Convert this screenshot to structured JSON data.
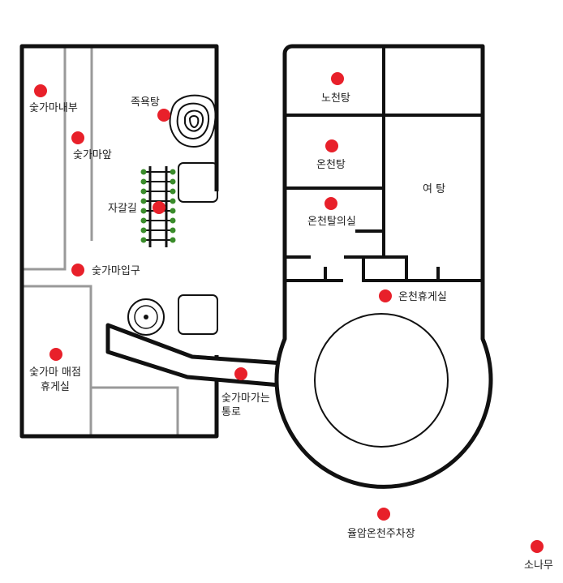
{
  "map": {
    "colors": {
      "wall": "#111111",
      "inner": "#999999",
      "marker": "#e8202a",
      "text": "#222222",
      "bg": "#ffffff"
    },
    "labels": {
      "sutgama_nae": "숯가마내부",
      "sutgama_ap": "숯가마앞",
      "jogyoktang": "족욕탕",
      "jagalgil": "자갈길",
      "sutgama_ipgu": "숯가마입구",
      "maejeom_line1": "숯가마 매점",
      "maejeom_line2": "휴게실",
      "tonglo_line1": "숯가마가는",
      "tonglo_line2": "통로",
      "nocheontang": "노천탕",
      "oncheontang": "온천탕",
      "yeotang": "여 탕",
      "taluisil": "온천탈의실",
      "hyugesil": "온천휴게실",
      "parking": "율암온천주차장",
      "sonamu": "소나무"
    }
  }
}
